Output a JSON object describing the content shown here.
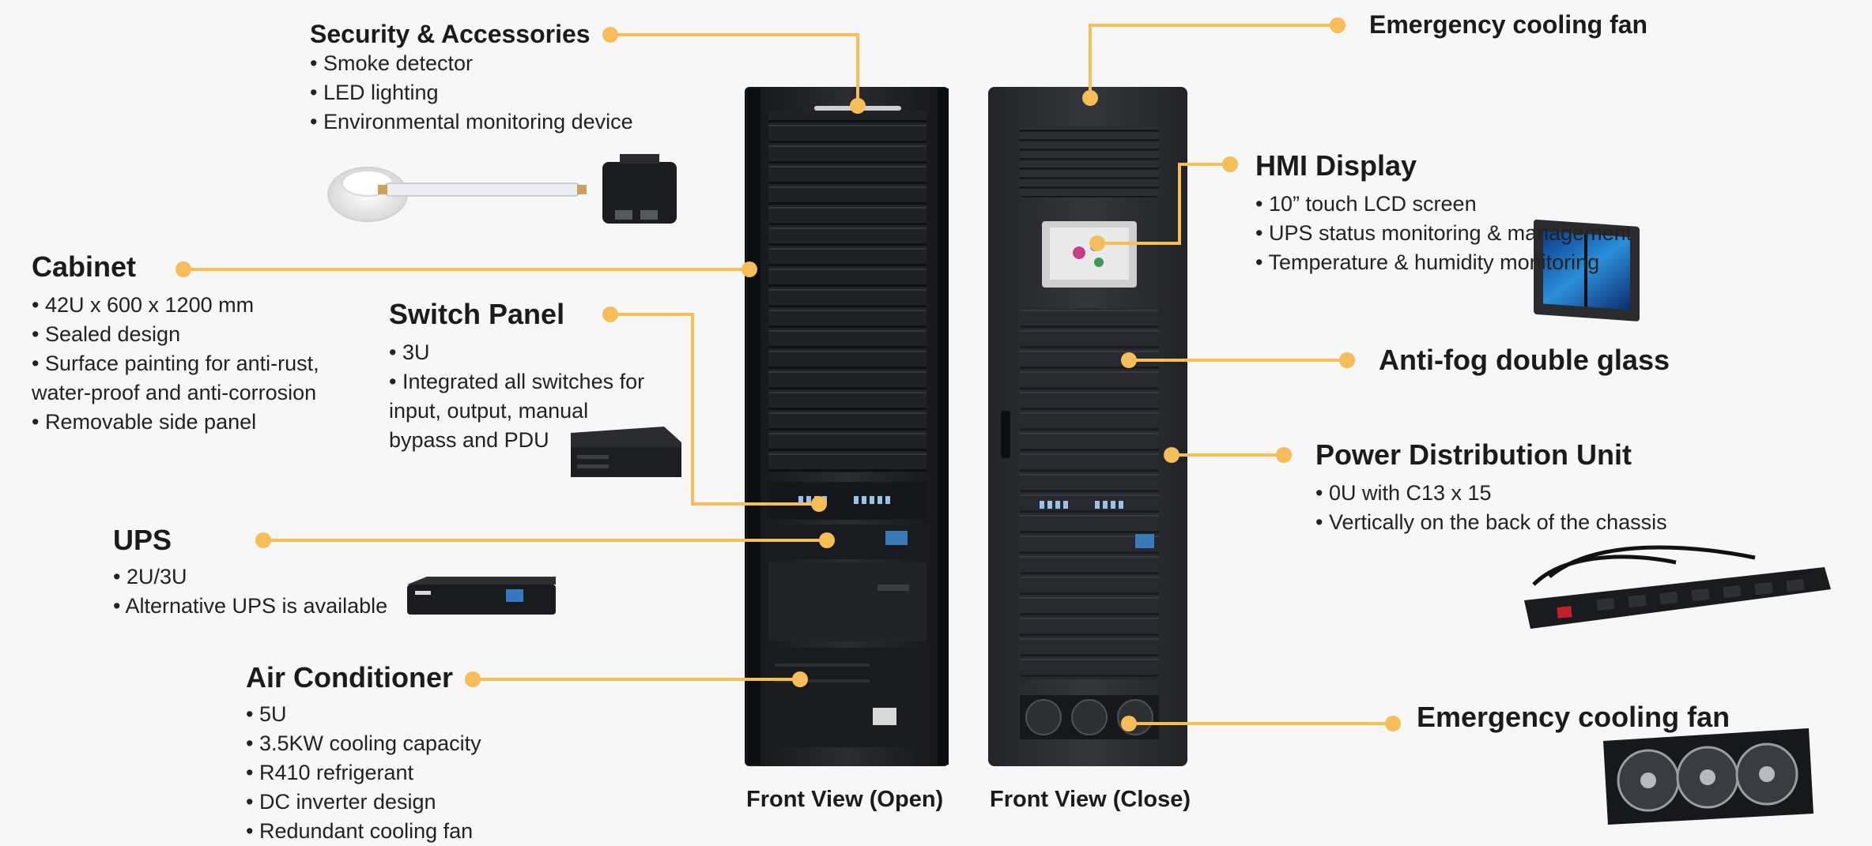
{
  "callouts": {
    "security": {
      "title": "Security & Accessories",
      "bullets": [
        "• Smoke detector",
        "• LED lighting",
        "• Environmental monitoring device"
      ]
    },
    "cabinet": {
      "title": "Cabinet",
      "bullets": [
        "• 42U x 600 x 1200 mm",
        "• Sealed design",
        "• Surface painting for anti-rust, water-proof and anti-corrosion",
        "• Removable side panel"
      ]
    },
    "switch_panel": {
      "title": "Switch Panel",
      "bullets": [
        "• 3U",
        "• Integrated all switches for input, output, manual bypass and PDU"
      ]
    },
    "ups": {
      "title": "UPS",
      "bullets": [
        "• 2U/3U",
        "• Alternative UPS is available"
      ]
    },
    "air_conditioner": {
      "title": "Air Conditioner",
      "bullets": [
        "• 5U",
        "• 3.5KW cooling capacity",
        "• R410 refrigerant",
        "• DC inverter design",
        "• Redundant cooling fan"
      ]
    },
    "fan_top": {
      "title": "Emergency cooling fan"
    },
    "hmi": {
      "title": "HMI Display",
      "bullets": [
        "• 10” touch LCD screen",
        "• UPS status monitoring & management",
        "• Temperature & humidity monitoring"
      ]
    },
    "glass": {
      "title": "Anti-fog double glass"
    },
    "pdu": {
      "title": "Power Distribution Unit",
      "bullets": [
        "• 0U with C13 x 15",
        "• Vertically on the back of the chassis"
      ]
    },
    "fan_bottom": {
      "title": "Emergency cooling fan"
    }
  },
  "captions": {
    "open": "Front View (Open)",
    "close": "Front View (Close)"
  },
  "colors": {
    "accent": "#f6bd58",
    "cabinet": "#1d1f22",
    "background": "#f7f7f7"
  }
}
